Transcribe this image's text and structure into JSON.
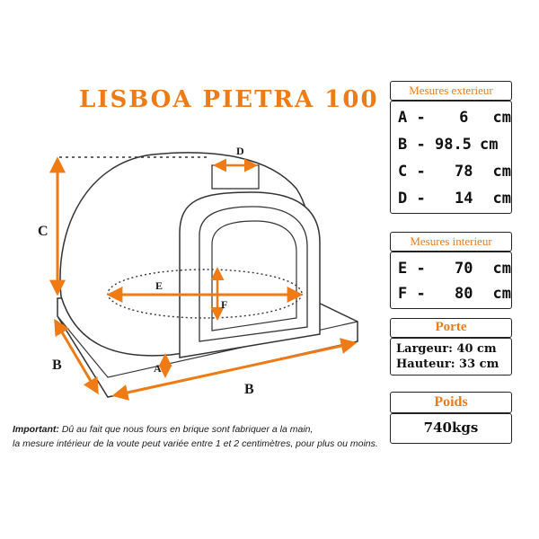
{
  "title": "LISBOA PIETRA 100",
  "diagram_labels": {
    "a": "A",
    "b_left": "B",
    "b_bottom": "B",
    "c": "C",
    "d": "D",
    "e": "E",
    "f": "F"
  },
  "mesures_exterieur": {
    "header": "Mesures exterieur",
    "rows": [
      {
        "letter": "A",
        "value": "6",
        "unit": "cm"
      },
      {
        "letter": "B",
        "value": "98.5",
        "unit": "cm"
      },
      {
        "letter": "C",
        "value": "78",
        "unit": "cm"
      },
      {
        "letter": "D",
        "value": "14",
        "unit": "cm"
      }
    ]
  },
  "mesures_interieur": {
    "header": "Mesures interieur",
    "rows": [
      {
        "letter": "E",
        "value": "70",
        "unit": "cm"
      },
      {
        "letter": "F",
        "value": "80",
        "unit": "cm"
      }
    ]
  },
  "porte": {
    "header": "Porte",
    "largeur": "Largeur: 40 cm",
    "hauteur": "Hauteur: 33 cm"
  },
  "poids": {
    "header": "Poids",
    "value": "740kgs"
  },
  "note": {
    "line1_bold": "Important:",
    "line1_rest": " Dû au fait que nous fours en brique sont fabriquer a la main,",
    "line2": "la mesure intérieur de la voute peut variée entre 1 et 2 centimètres, pour plus ou moins."
  },
  "colors": {
    "accent": "#f07a14",
    "line": "#333333"
  }
}
